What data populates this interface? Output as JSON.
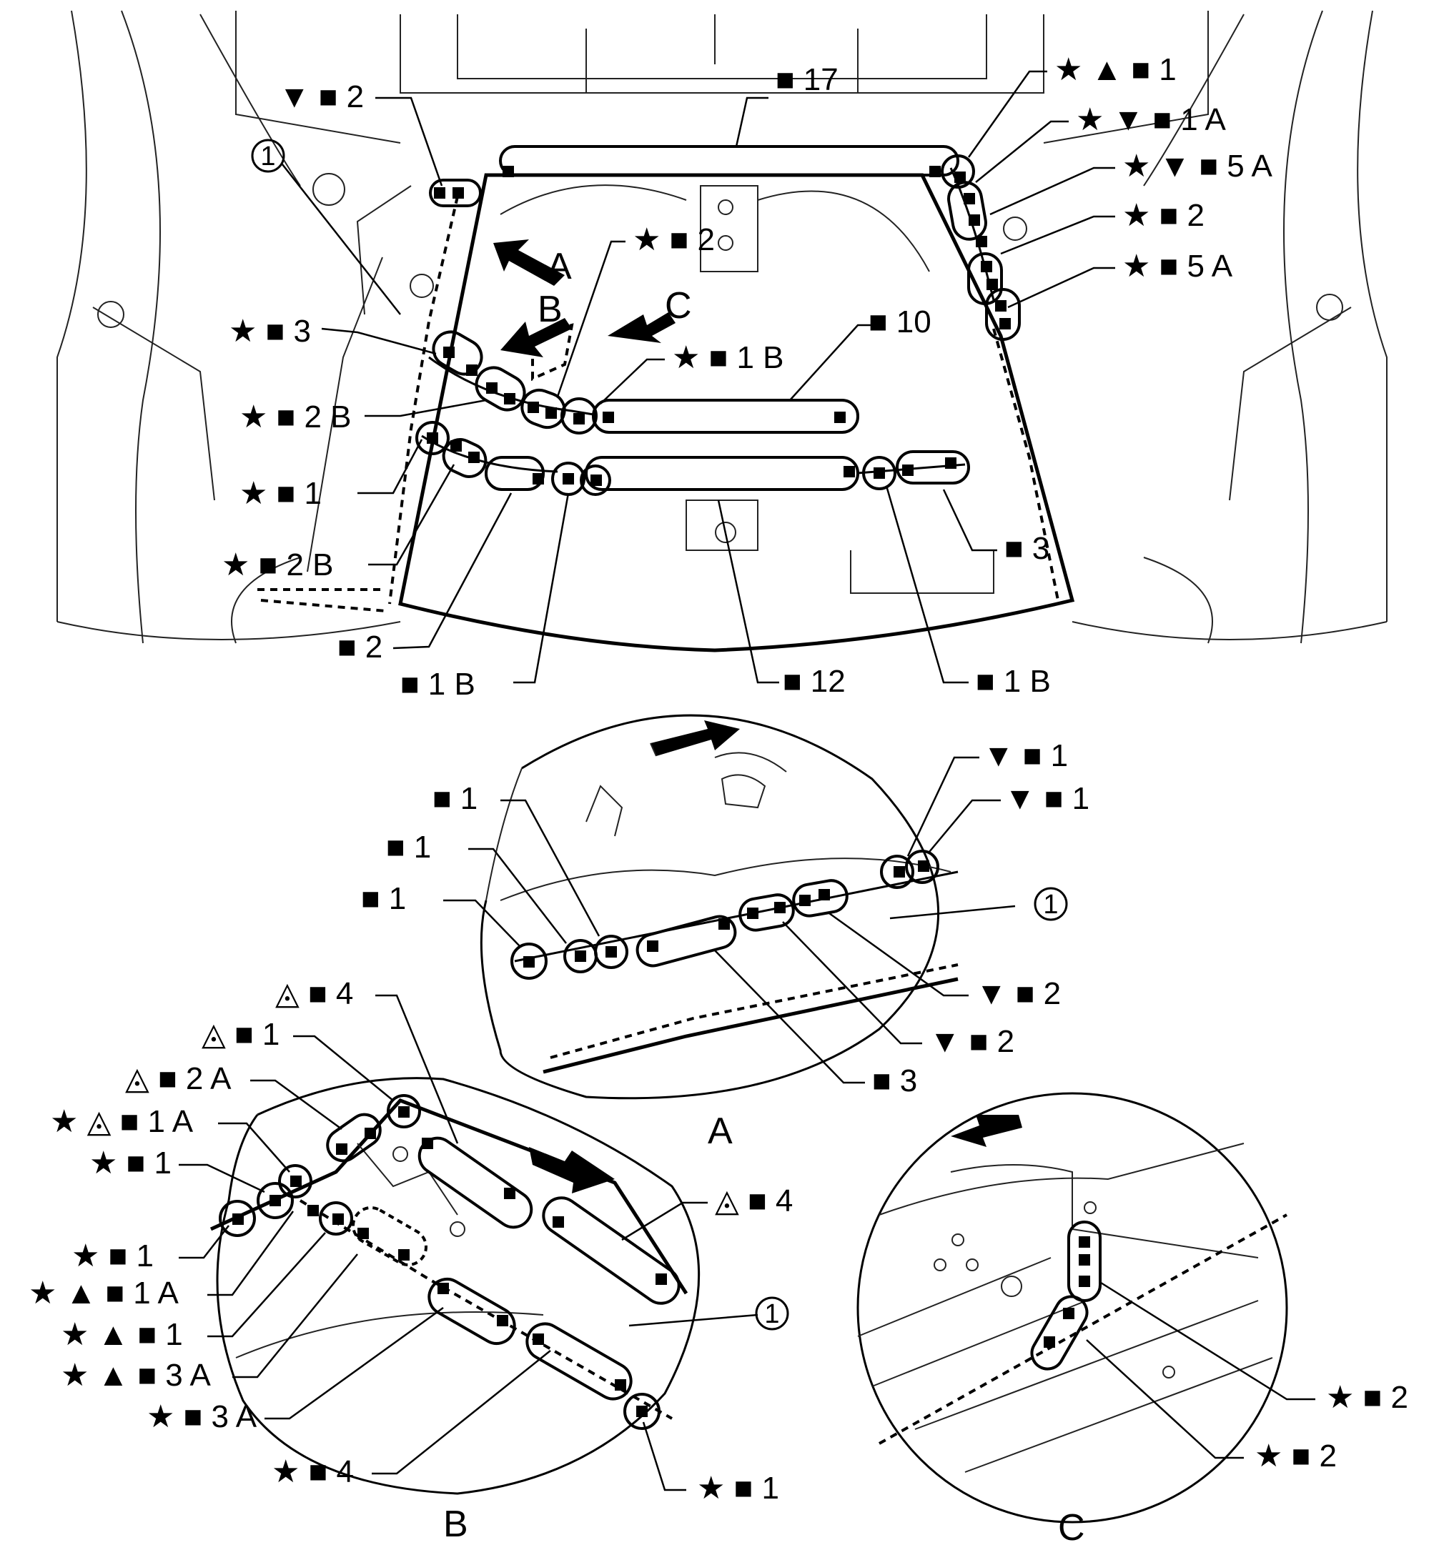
{
  "main_view": {
    "labels": [
      {
        "id": "tl-1",
        "text": "▼ ■ 2"
      },
      {
        "id": "tl-2",
        "text": "★ ■ 3"
      },
      {
        "id": "tl-3",
        "text": "★ ■ 2 B"
      },
      {
        "id": "tl-4",
        "text": "★ ■ 1"
      },
      {
        "id": "tl-5",
        "text": "★ ■ 2 B"
      },
      {
        "id": "tl-6",
        "text": "■ 2"
      },
      {
        "id": "tl-7",
        "text": "■ 1 B"
      },
      {
        "id": "tc-1",
        "text": "■ 17"
      },
      {
        "id": "tc-2",
        "text": "★ ■ 2"
      },
      {
        "id": "tc-3",
        "text": "★ ■ 1 B"
      },
      {
        "id": "tc-4",
        "text": "■ 10"
      },
      {
        "id": "tr-1",
        "text": "★ ▲ ■ 1"
      },
      {
        "id": "tr-2",
        "text": "★ ▼ ■ 1 A"
      },
      {
        "id": "tr-3",
        "text": "★ ▼ ■ 5 A"
      },
      {
        "id": "tr-4",
        "text": "★ ■ 2"
      },
      {
        "id": "tr-5",
        "text": "★ ■ 5 A"
      },
      {
        "id": "tr-6",
        "text": "■ 3"
      },
      {
        "id": "bc-1",
        "text": "■ 12"
      },
      {
        "id": "bc-2",
        "text": "■ 1 B"
      }
    ],
    "callout_letters": [
      "A",
      "B",
      "C"
    ],
    "part_number": "1"
  },
  "detail_a": {
    "title": "A",
    "part_number": "1",
    "labels": [
      {
        "id": "a-1",
        "text": "■ 1"
      },
      {
        "id": "a-2",
        "text": "■ 1"
      },
      {
        "id": "a-3",
        "text": "■ 1"
      },
      {
        "id": "a-4",
        "text": "▼ ■ 1"
      },
      {
        "id": "a-5",
        "text": "▼ ■ 1"
      },
      {
        "id": "a-6",
        "text": "▼ ■ 2"
      },
      {
        "id": "a-7",
        "text": "▼ ■ 2"
      },
      {
        "id": "a-8",
        "text": "■ 3"
      }
    ]
  },
  "detail_b": {
    "title": "B",
    "part_number": "1",
    "labels": [
      {
        "id": "b-1",
        "text": "◬ ■ 4"
      },
      {
        "id": "b-2",
        "text": "◬ ■ 1"
      },
      {
        "id": "b-3",
        "text": "◬ ■ 2 A"
      },
      {
        "id": "b-4",
        "text": "★ ◬ ■ 1 A"
      },
      {
        "id": "b-5",
        "text": "★ ■ 1"
      },
      {
        "id": "b-6",
        "text": "★ ■ 1"
      },
      {
        "id": "b-7",
        "text": "★ ▲ ■ 1 A"
      },
      {
        "id": "b-8",
        "text": "★ ▲ ■ 1"
      },
      {
        "id": "b-9",
        "text": "★ ▲ ■ 3 A"
      },
      {
        "id": "b-10",
        "text": "★ ■ 3 A"
      },
      {
        "id": "b-11",
        "text": "★ ■ 4"
      },
      {
        "id": "b-12",
        "text": "★ ■ 1"
      },
      {
        "id": "b-13",
        "text": "◬ ■ 4"
      }
    ]
  },
  "detail_c": {
    "title": "C",
    "labels": [
      {
        "id": "c-1",
        "text": "★ ■ 2"
      },
      {
        "id": "c-2",
        "text": "★ ■ 2"
      }
    ]
  }
}
